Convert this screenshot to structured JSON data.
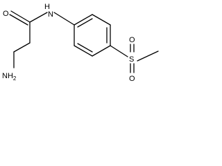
{
  "molecule": {
    "labels": {
      "oxygen_carbonyl": "O",
      "nitrogen_amide": "N",
      "hydrogen_amide": "H",
      "nitrogen_amine": "NH",
      "amine_subscript": "2",
      "sulfur": "S",
      "oxygen_sulfonyl_top": "O",
      "oxygen_sulfonyl_bottom": "O"
    }
  }
}
